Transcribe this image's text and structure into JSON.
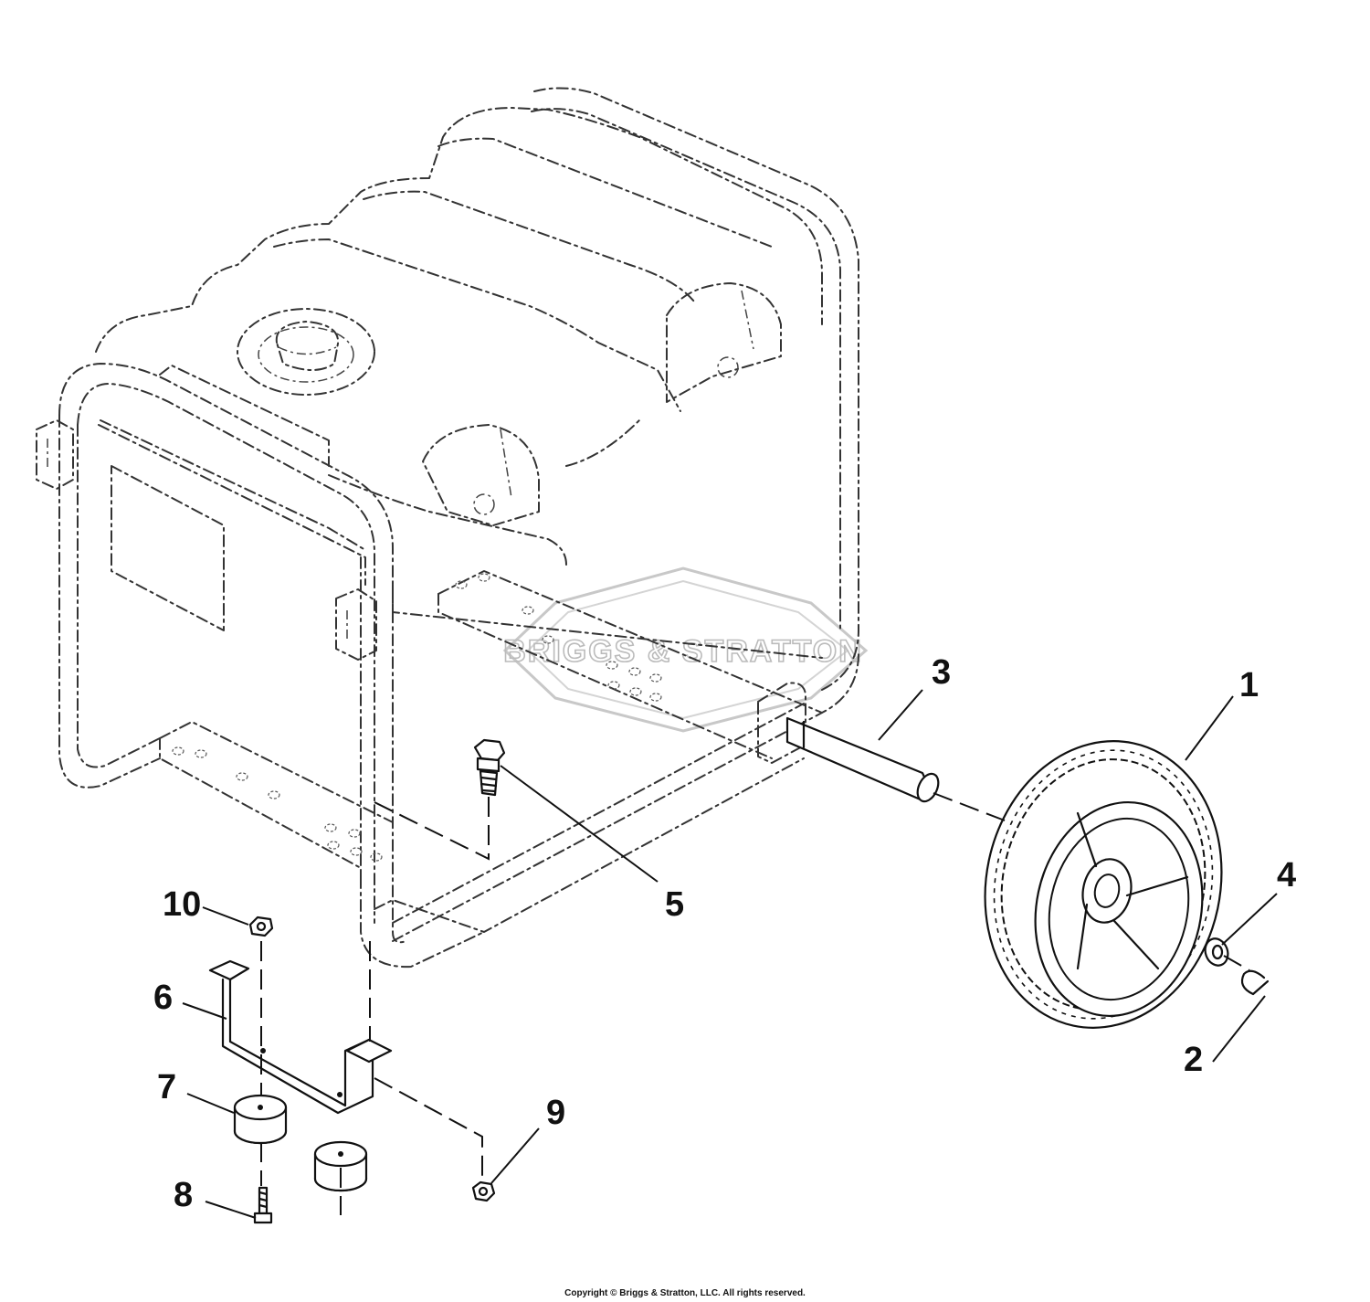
{
  "callouts": [
    {
      "id": "1",
      "label": "1"
    },
    {
      "id": "2",
      "label": "2"
    },
    {
      "id": "3",
      "label": "3"
    },
    {
      "id": "4",
      "label": "4"
    },
    {
      "id": "5",
      "label": "5"
    },
    {
      "id": "6",
      "label": "6"
    },
    {
      "id": "7",
      "label": "7"
    },
    {
      "id": "8",
      "label": "8"
    },
    {
      "id": "9",
      "label": "9"
    },
    {
      "id": "10",
      "label": "10"
    }
  ],
  "watermark": {
    "brand": "BRIGGS & STRATTON"
  },
  "footer": {
    "copyright": "Copyright © Briggs & Stratton, LLC. All rights reserved."
  },
  "colors": {
    "line": "#111111",
    "watermark": "#bbbbbb",
    "background": "#ffffff"
  }
}
